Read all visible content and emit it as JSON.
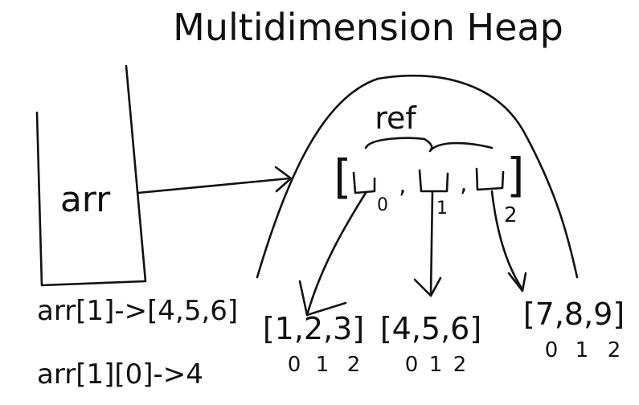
{
  "title": "Multidimension Heap",
  "stack": {
    "variable": "arr"
  },
  "heap": {
    "ref_label": "ref",
    "outer_array": {
      "open_bracket": "[",
      "close_bracket": "]",
      "separator": ",",
      "indices": [
        "0",
        "1",
        "2"
      ]
    },
    "inner_arrays": [
      {
        "text": "[1,2,3]",
        "indices": [
          "0",
          "1",
          "2"
        ]
      },
      {
        "text": "[4,5,6]",
        "indices": [
          "0",
          "1",
          "2"
        ]
      },
      {
        "text": "[7,8,9]",
        "indices": [
          "0",
          "1",
          "2"
        ]
      }
    ]
  },
  "notes": [
    {
      "text": "arr[1]->[4,5,6]"
    },
    {
      "text": "arr[1][0]->4"
    }
  ]
}
